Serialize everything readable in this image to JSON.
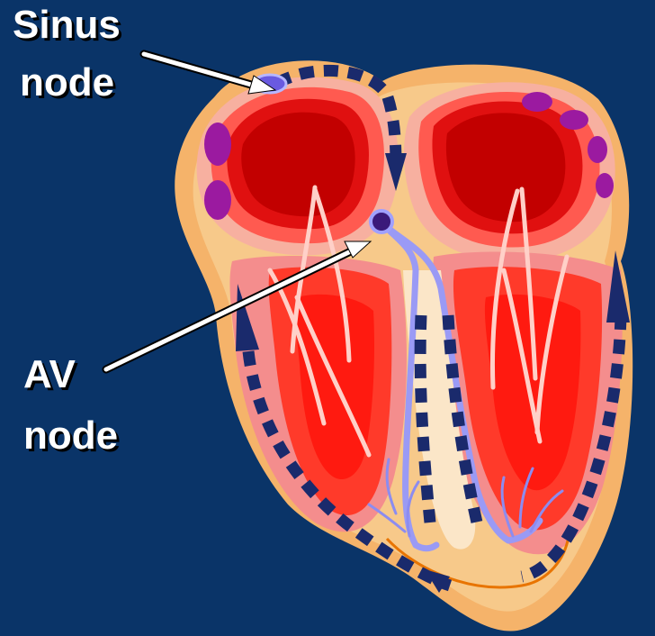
{
  "labels": {
    "sinus_line1": "Sinus",
    "sinus_line2": "node",
    "av_line1": "AV",
    "av_line2": "node"
  },
  "colors": {
    "background": "#0a3468",
    "heart_outer": "#f5b36a",
    "heart_inner": "#f7c98a",
    "muscle": "#f48d8d",
    "chamber_blood": "#c80000",
    "chamber_ventricle": "#ff2a1a",
    "conduction": "#9a9af5",
    "dashed_path": "#1a2a6c",
    "node_purple": "#9b1aa0",
    "arrow": "#ffffff"
  },
  "icons": [
    "sinus-node-marker",
    "av-node-marker",
    "conduction-arrow"
  ]
}
